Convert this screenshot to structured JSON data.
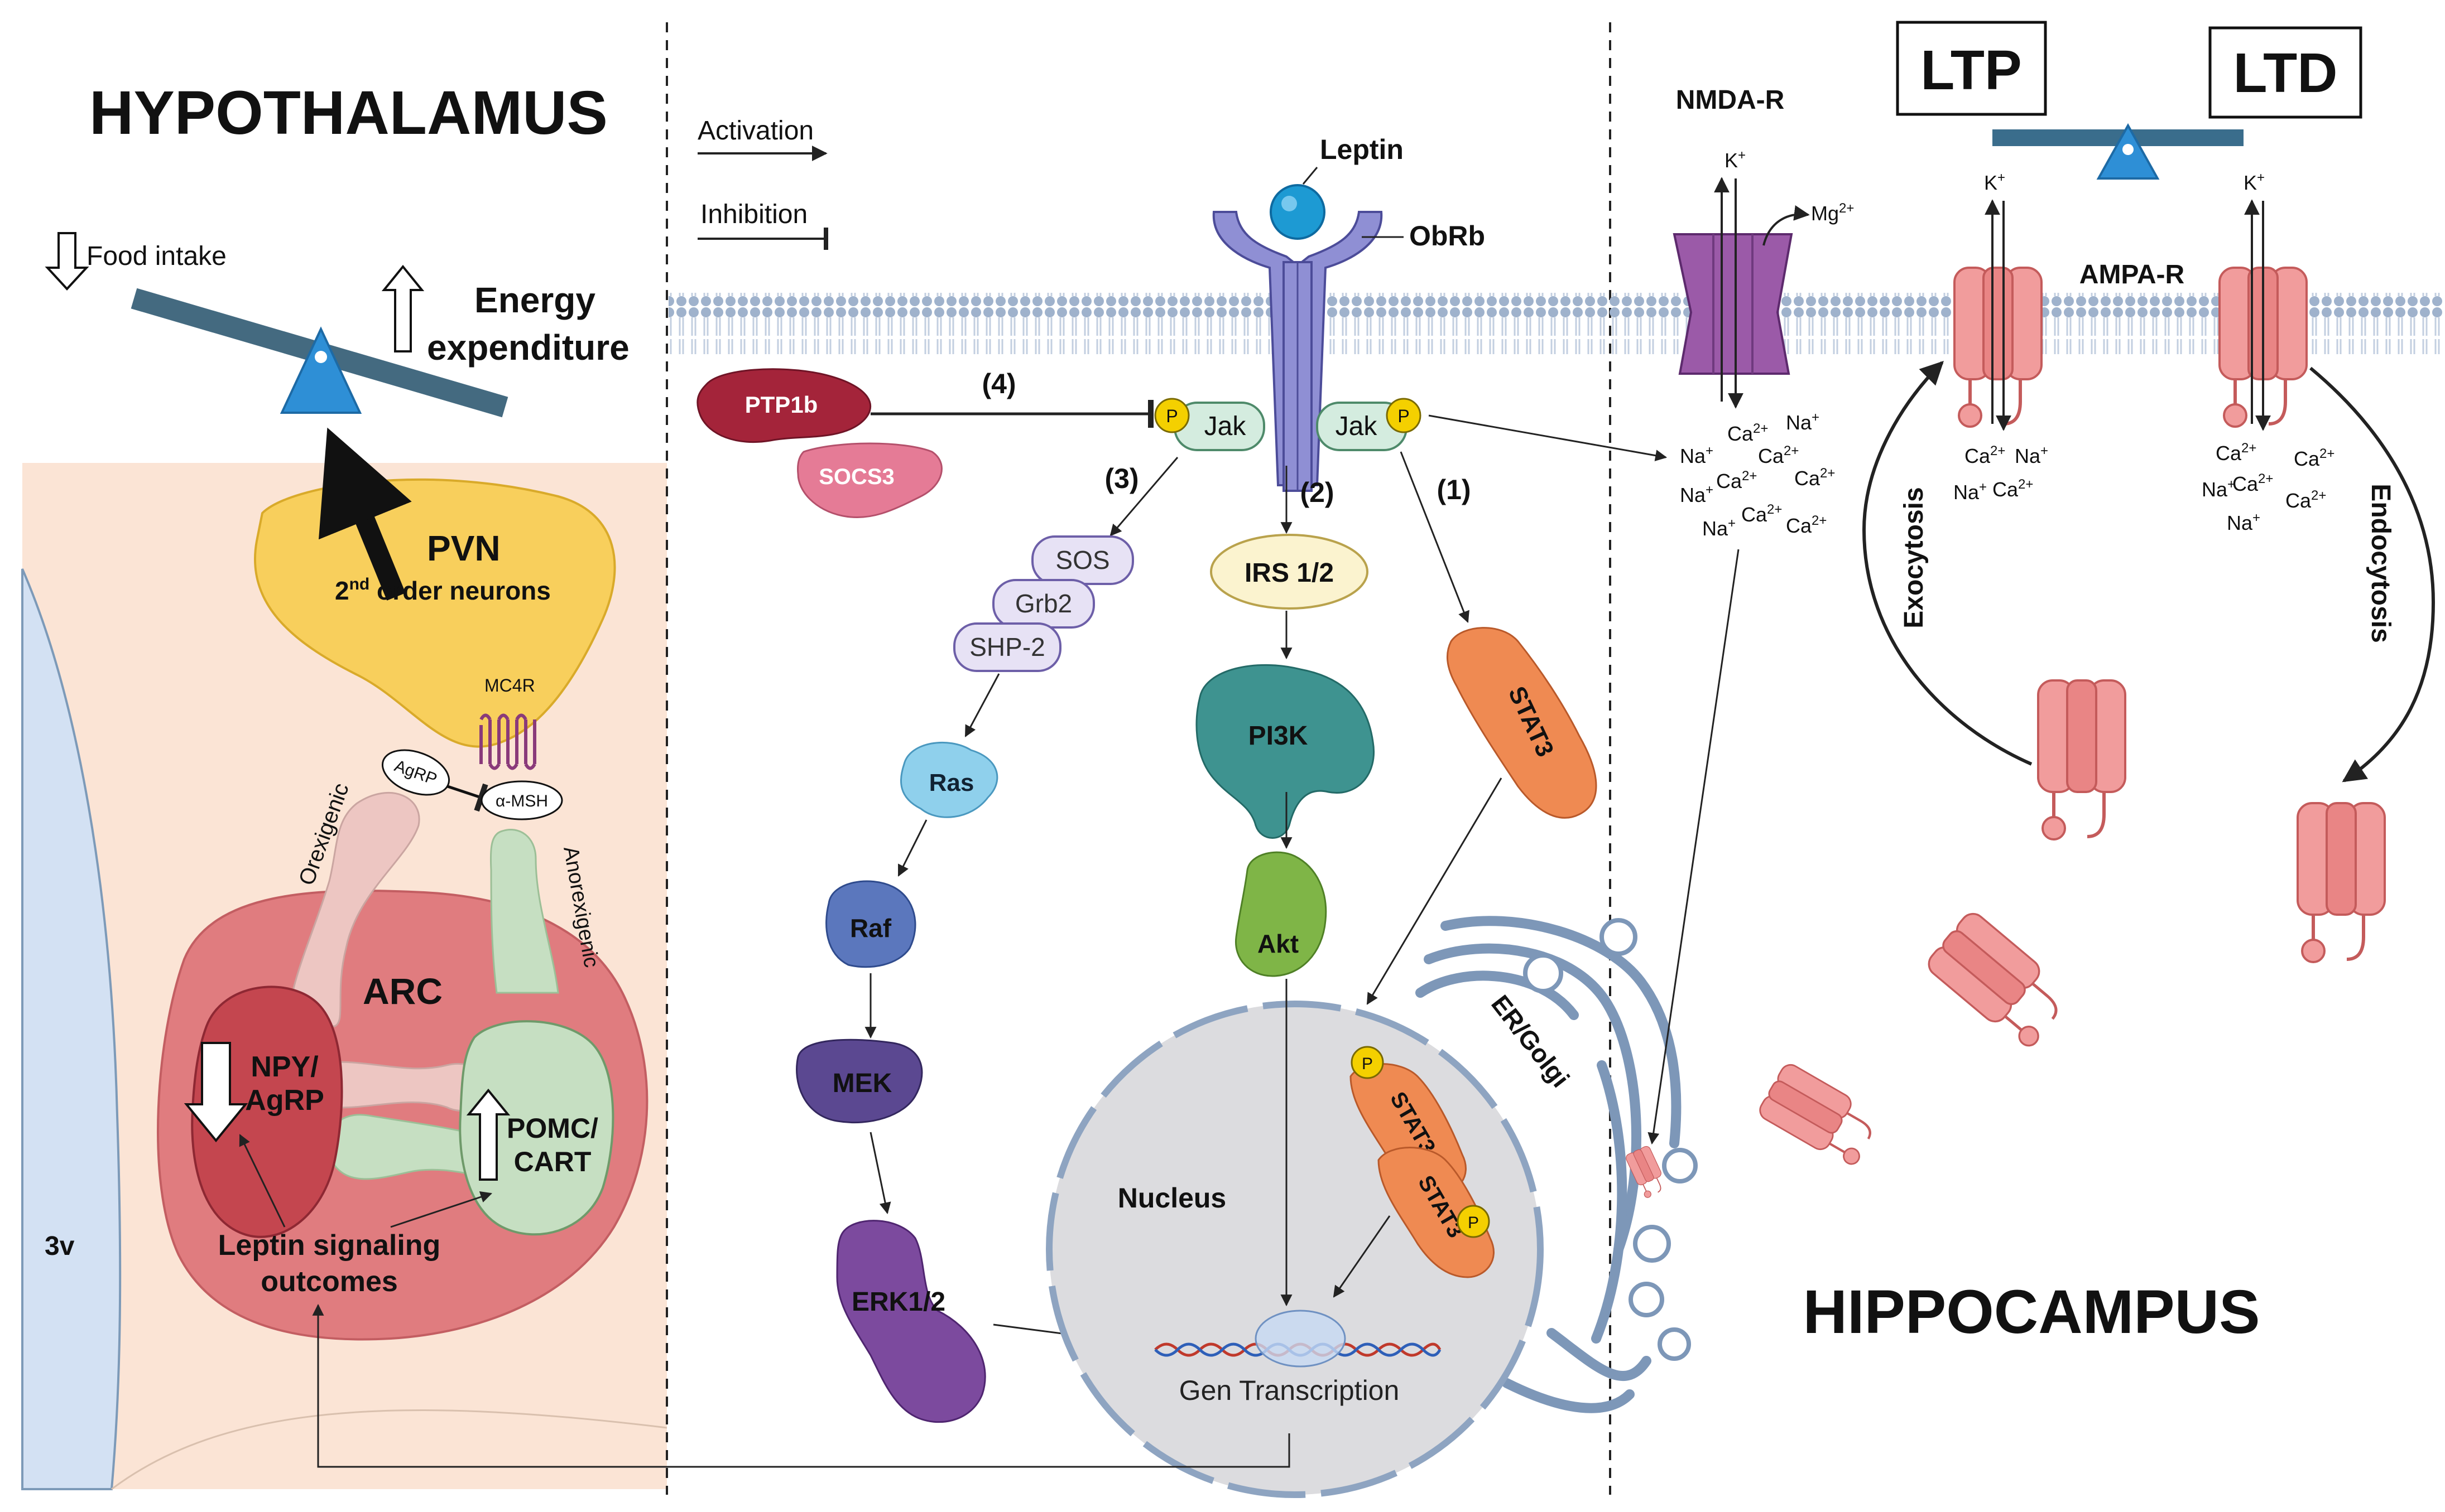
{
  "hypothalamus": {
    "title": "HYPOTHALAMUS",
    "food_intake": "Food intake",
    "energy_line1": "Energy",
    "energy_line2": "expenditure",
    "pvn": "PVN",
    "second_order_pre": "2",
    "second_order_sup": "nd",
    "second_order_post": " order neurons",
    "mc4r": "MC4R",
    "agrp_peptide": "AgRP",
    "alpha_msh": "α-MSH",
    "orexigenic": "Orexigenic",
    "anorexigenic": "Anorexigenic",
    "arc": "ARC",
    "npy_line1": "NPY/",
    "npy_line2": "AgRP",
    "pomc_line1": "POMC/",
    "pomc_line2": "CART",
    "outcomes_line1": "Leptin signaling",
    "outcomes_line2": "outcomes",
    "ventricle": "3v"
  },
  "legend": {
    "activation": "Activation",
    "inhibition": "Inhibition"
  },
  "pathway": {
    "leptin": "Leptin",
    "obrb": "ObRb",
    "jak": "Jak",
    "p": "P",
    "ptp1b": "PTP1b",
    "socs3": "SOCS3",
    "step1": "(1)",
    "step2": "(2)",
    "step3": "(3)",
    "step4": "(4)",
    "sos": "SOS",
    "grb2": "Grb2",
    "shp2": "SHP-2",
    "ras": "Ras",
    "raf": "Raf",
    "mek": "MEK",
    "erk": "ERK1/2",
    "irs": "IRS 1/2",
    "pi3k": "PI3K",
    "akt": "Akt",
    "stat3": "STAT3",
    "nucleus": "Nucleus",
    "er_golgi": "ER/Golgi",
    "gen_transcription": "Gen Transcription"
  },
  "hippocampus": {
    "title": "HIPPOCAMPUS",
    "ltp": "LTP",
    "ltd": "LTD",
    "nmda": "NMDA-R",
    "ampa": "AMPA-R",
    "k": "K",
    "plus": "+",
    "mg": "Mg",
    "mg_charge": "2+",
    "exocytosis": "Exocytosis",
    "endocytosis": "Endocytosis",
    "ca": "Ca",
    "na": "Na",
    "two_plus": "2+"
  },
  "colors": {
    "hypothalamus_bg": "#fbe4d5",
    "pvn": "#f8cf5c",
    "arc": "#e07c7f",
    "npy": "#c4464f",
    "pomc": "#c6dfc2",
    "membrane": "#b9c8dd",
    "receptor": "#8f8fd4",
    "leptin": "#1d9ad3",
    "jak": "#d4ecdf",
    "p_badge": "#f4d000",
    "ptp1b": "#a4243a",
    "socs3": "#e57b96",
    "adaptor": "#e7e2f5",
    "ras": "#8fd0ec",
    "raf": "#5b77bd",
    "mek": "#5b4891",
    "erk": "#7c4a9e",
    "irs": "#fbf3cf",
    "pi3k": "#3e9390",
    "akt": "#7fb547",
    "stat3": "#ef8a52",
    "nucleus": "#dcdcdf",
    "nmda": "#9b5aa8",
    "ampa": "#f19c9c",
    "seesaw_hyp": "#446a80",
    "seesaw_hip": "#3a6d8c",
    "fulcrum": "#2e8fd6"
  }
}
